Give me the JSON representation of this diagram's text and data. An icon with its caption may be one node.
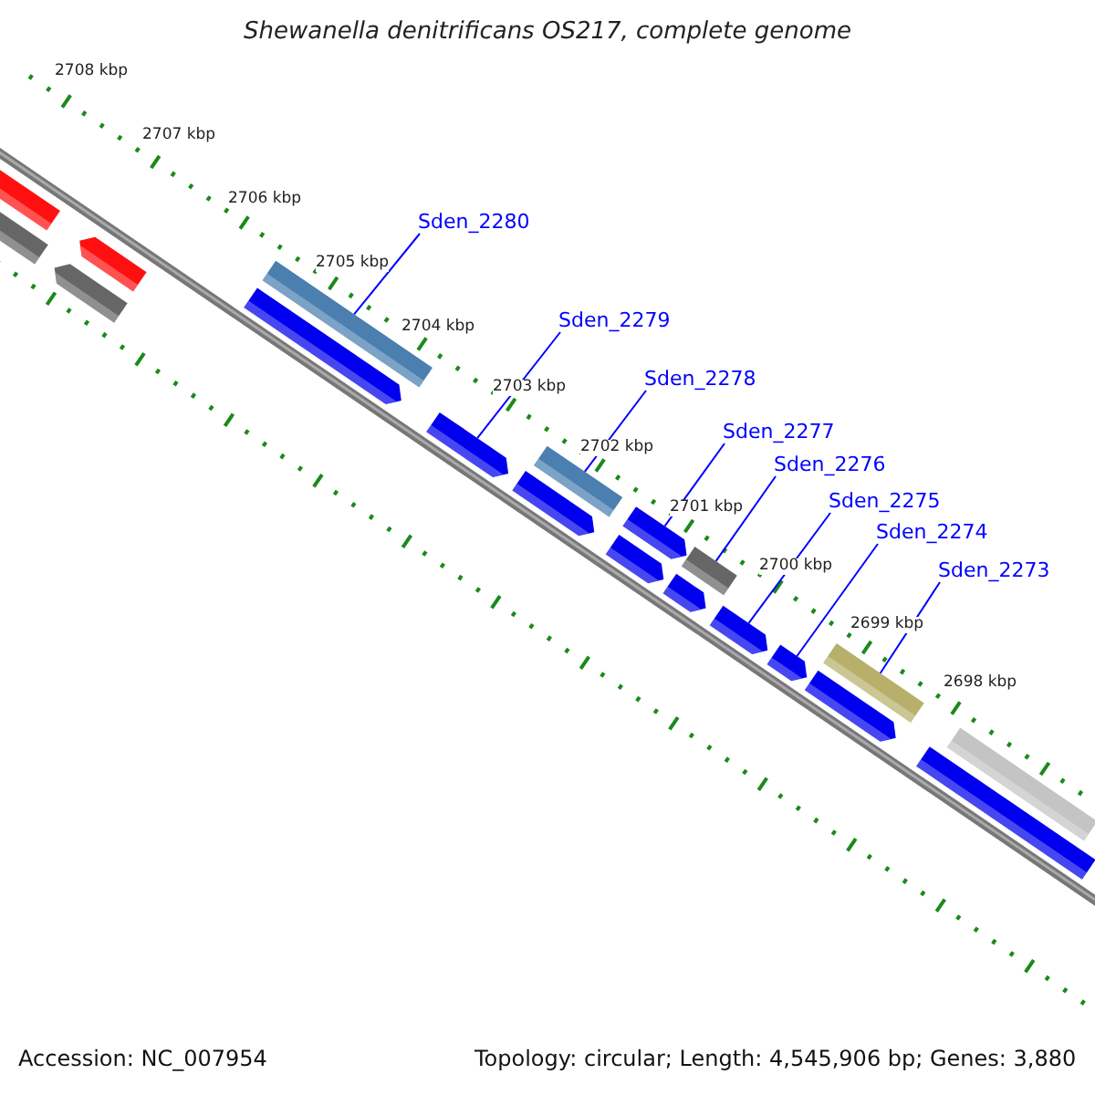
{
  "diagram": {
    "title": "Shewanella denitrificans OS217, complete genome",
    "nodes": [
      {
        "text": [
          "Sden_2280"
        ]
      },
      {
        "text": [
          "Sden_2279"
        ]
      },
      {
        "text": [
          "Sden_2278"
        ]
      },
      {
        "text": [
          "Sden_2277"
        ]
      },
      {
        "text": [
          "Sden_2276"
        ]
      },
      {
        "text": [
          "Sden_2275"
        ]
      },
      {
        "text": [
          "Sden_2274"
        ]
      },
      {
        "text": [
          "Sden_2273"
        ]
      },
      {
        "text": [],
        "shape": "bar"
      },
      {
        "text": [],
        "shape": "bar"
      },
      {
        "text": [],
        "shape": "bar"
      },
      {
        "text": [],
        "shape": "bar"
      },
      {
        "text": [],
        "shape": "bar"
      },
      {
        "text": [],
        "shape": "bar"
      },
      {
        "text": [],
        "shape": "bar"
      },
      {
        "text": [],
        "shape": "bar"
      },
      {
        "text": [],
        "shape": "bar"
      },
      {
        "text": [],
        "shape": "bar"
      },
      {
        "text": [],
        "shape": "bar"
      },
      {
        "text": [],
        "shape": "bar"
      },
      {
        "text": [],
        "shape": "bar"
      },
      {
        "text": [],
        "shape": "bar"
      },
      {
        "text": [],
        "shape": "bar"
      },
      {
        "text": [],
        "shape": "bar"
      },
      {
        "text": [],
        "shape": "bar"
      },
      {
        "text": [],
        "shape": "bar"
      },
      {
        "text": [],
        "shape": "bar"
      }
    ],
    "edges": [
      {
        "from": 0,
        "to": 12,
        "arrow": "none"
      },
      {
        "from": 1,
        "to": 14,
        "arrow": "none"
      },
      {
        "from": 2,
        "to": 16,
        "arrow": "none"
      },
      {
        "from": 3,
        "to": 17,
        "arrow": "none"
      },
      {
        "from": 4,
        "to": 19,
        "arrow": "none"
      },
      {
        "from": 5,
        "to": 21,
        "arrow": "none"
      },
      {
        "from": 6,
        "to": 22,
        "arrow": "none"
      },
      {
        "from": 7,
        "to": 24,
        "arrow": "none"
      }
    ],
    "labels": [
      "2708 kbp",
      "2707 kbp",
      "2706 kbp",
      "2705 kbp",
      "2704 kbp",
      "2703 kbp",
      "2702 kbp",
      "2701 kbp",
      "2700 kbp",
      "2699 kbp",
      "2698 kbp",
      "Accession: NC_007954",
      "Topology: circular; Length: 4,545,906 bp; Genes: 3,880"
    ]
  }
}
